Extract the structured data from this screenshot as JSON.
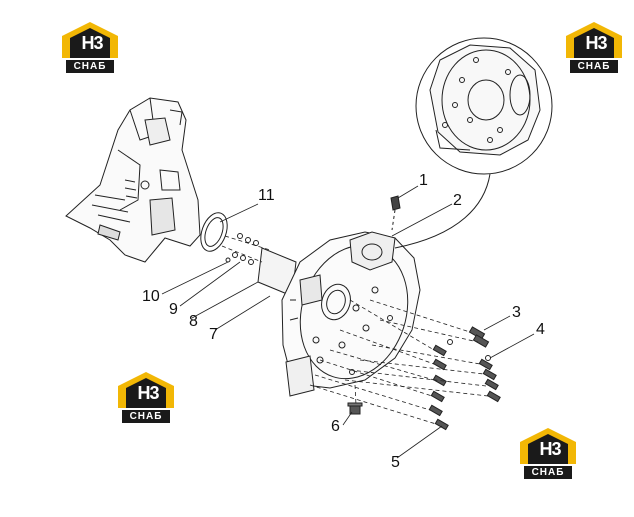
{
  "watermark": {
    "mark": "H3",
    "brand": "СНАБ",
    "accent_color": "#f2b705",
    "dark_color": "#1a1a1a"
  },
  "callouts": [
    {
      "id": "1",
      "label": "1"
    },
    {
      "id": "2",
      "label": "2"
    },
    {
      "id": "3",
      "label": "3"
    },
    {
      "id": "4",
      "label": "4"
    },
    {
      "id": "5",
      "label": "5"
    },
    {
      "id": "6",
      "label": "6"
    },
    {
      "id": "7",
      "label": "7"
    },
    {
      "id": "8",
      "label": "8"
    },
    {
      "id": "9",
      "label": "9"
    },
    {
      "id": "10",
      "label": "10"
    },
    {
      "id": "11",
      "label": "11"
    }
  ]
}
